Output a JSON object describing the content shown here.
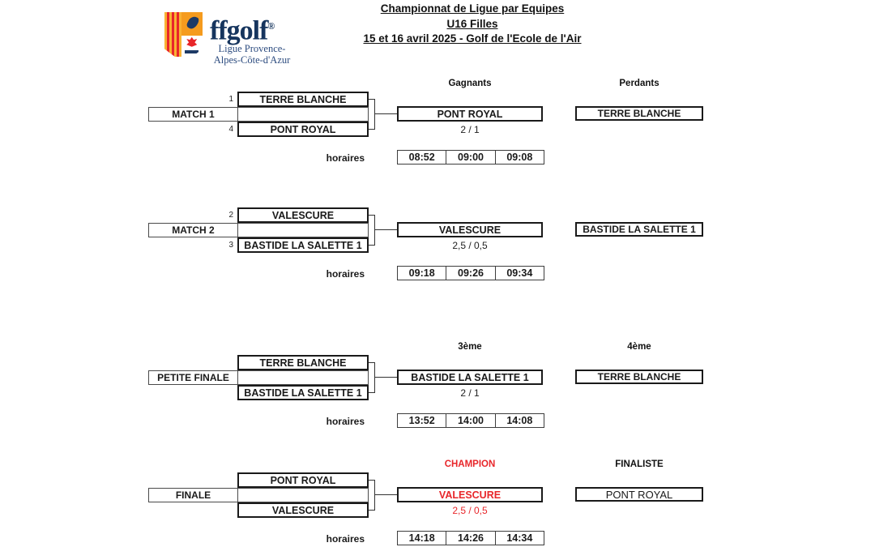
{
  "header": {
    "line1": "Championnat de Ligue par Equipes",
    "line2": "U16 Filles",
    "line3": "15 et 16 avril 2025 - Golf de l'Ecole de l'Air"
  },
  "logo": {
    "brand": "ffgolf",
    "registered": "®",
    "region_line1": "Ligue Provence-",
    "region_line2": "Alpes-Côte-d'Azur"
  },
  "columns": {
    "winners": "Gagnants",
    "losers": "Perdants"
  },
  "colors": {
    "accent_red": "#e8262a",
    "logo_navy": "#16355e",
    "logo_orange": "#f59b1e",
    "logo_yellow": "#f9b233"
  },
  "matches": [
    {
      "label": "MATCH 1",
      "seed_top": "1",
      "seed_bottom": "4",
      "team_top": "TERRE BLANCHE",
      "team_bottom": "PONT ROYAL",
      "winner": "PONT ROYAL",
      "score": "2 / 1",
      "loser": "TERRE BLANCHE",
      "horaires_label": "horaires",
      "times": [
        "08:52",
        "09:00",
        "09:08"
      ]
    },
    {
      "label": "MATCH 2",
      "seed_top": "2",
      "seed_bottom": "3",
      "team_top": "VALESCURE",
      "team_bottom": "BASTIDE LA SALETTE 1",
      "winner": "VALESCURE",
      "score": "2,5 / 0,5",
      "loser": "BASTIDE LA SALETTE 1",
      "horaires_label": "horaires",
      "times": [
        "09:18",
        "09:26",
        "09:34"
      ]
    },
    {
      "label": "PETITE FINALE",
      "winner_header": "3ème",
      "loser_header": "4ème",
      "team_top": "TERRE BLANCHE",
      "team_bottom": "BASTIDE LA SALETTE 1",
      "winner": "BASTIDE LA SALETTE 1",
      "score": "2 / 1",
      "loser": "TERRE BLANCHE",
      "horaires_label": "horaires",
      "times": [
        "13:52",
        "14:00",
        "14:08"
      ]
    },
    {
      "label": "FINALE",
      "winner_header": "CHAMPION",
      "loser_header": "FINALISTE",
      "team_top": "PONT ROYAL",
      "team_bottom": "VALESCURE",
      "winner": "VALESCURE",
      "score": "2,5 / 0,5",
      "loser": "PONT ROYAL",
      "horaires_label": "horaires",
      "times": [
        "14:18",
        "14:26",
        "14:34"
      ]
    }
  ]
}
